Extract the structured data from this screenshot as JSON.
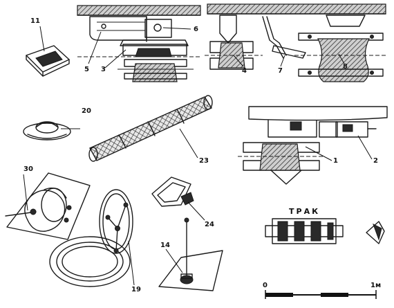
{
  "labels": {
    "p11": "11",
    "p6": "6",
    "p5": "5",
    "p3": "3",
    "p4": "4",
    "p7": "7",
    "p8": "8",
    "p20": "20",
    "p23": "23",
    "p1": "1",
    "p2": "2",
    "p30": "30",
    "p24": "24",
    "p14": "14",
    "p19": "19"
  },
  "track_title": "ТРАК",
  "scale": {
    "start": "0",
    "end": "1м"
  }
}
